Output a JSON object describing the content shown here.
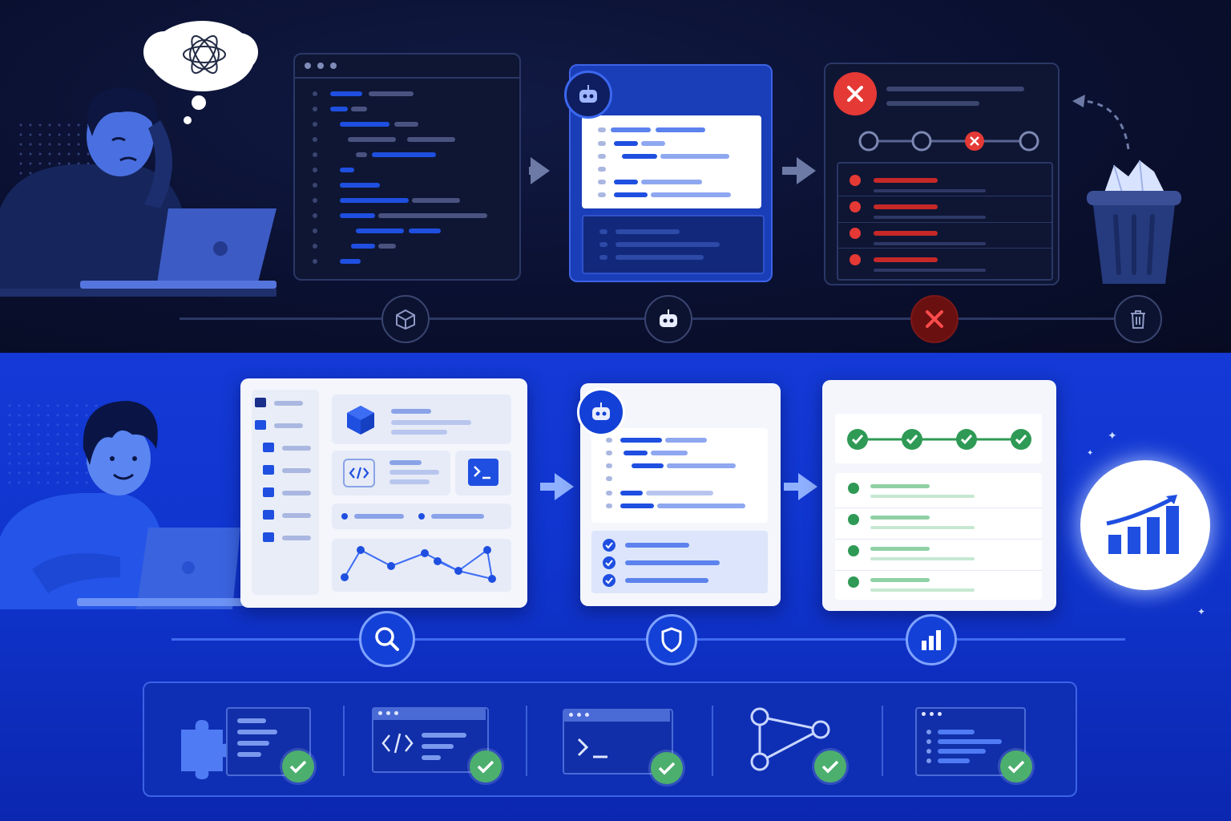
{
  "top_flow": {
    "code_editor_dots": 3,
    "ai_panel_icon": "robot-icon",
    "failure_icon": "x-circle-icon",
    "failure_rows": 4,
    "discard_icon": "trash-can-icon",
    "timeline_nodes": [
      "cube-icon",
      "robot-icon",
      "x-icon",
      "trash-icon"
    ]
  },
  "bottom_flow": {
    "explorer_icons": [
      "cube-icon",
      "code-icon",
      "terminal-icon"
    ],
    "review_icon": "robot-icon",
    "test_rows": 4,
    "pipeline_checks": 4,
    "result_icon": "growth-chart-icon",
    "timeline_nodes": [
      "search-icon",
      "shield-icon",
      "bar-chart-icon"
    ]
  },
  "integrations": [
    "puzzle-doc-icon",
    "code-window-icon",
    "terminal-window-icon",
    "graph-icon",
    "list-window-icon"
  ],
  "colors": {
    "top_bg": "#0a1030",
    "bottom_bg": "#1035cf",
    "accent_blue": "#2f62f2",
    "error_red": "#e53935",
    "success_green": "#2e9a55"
  }
}
